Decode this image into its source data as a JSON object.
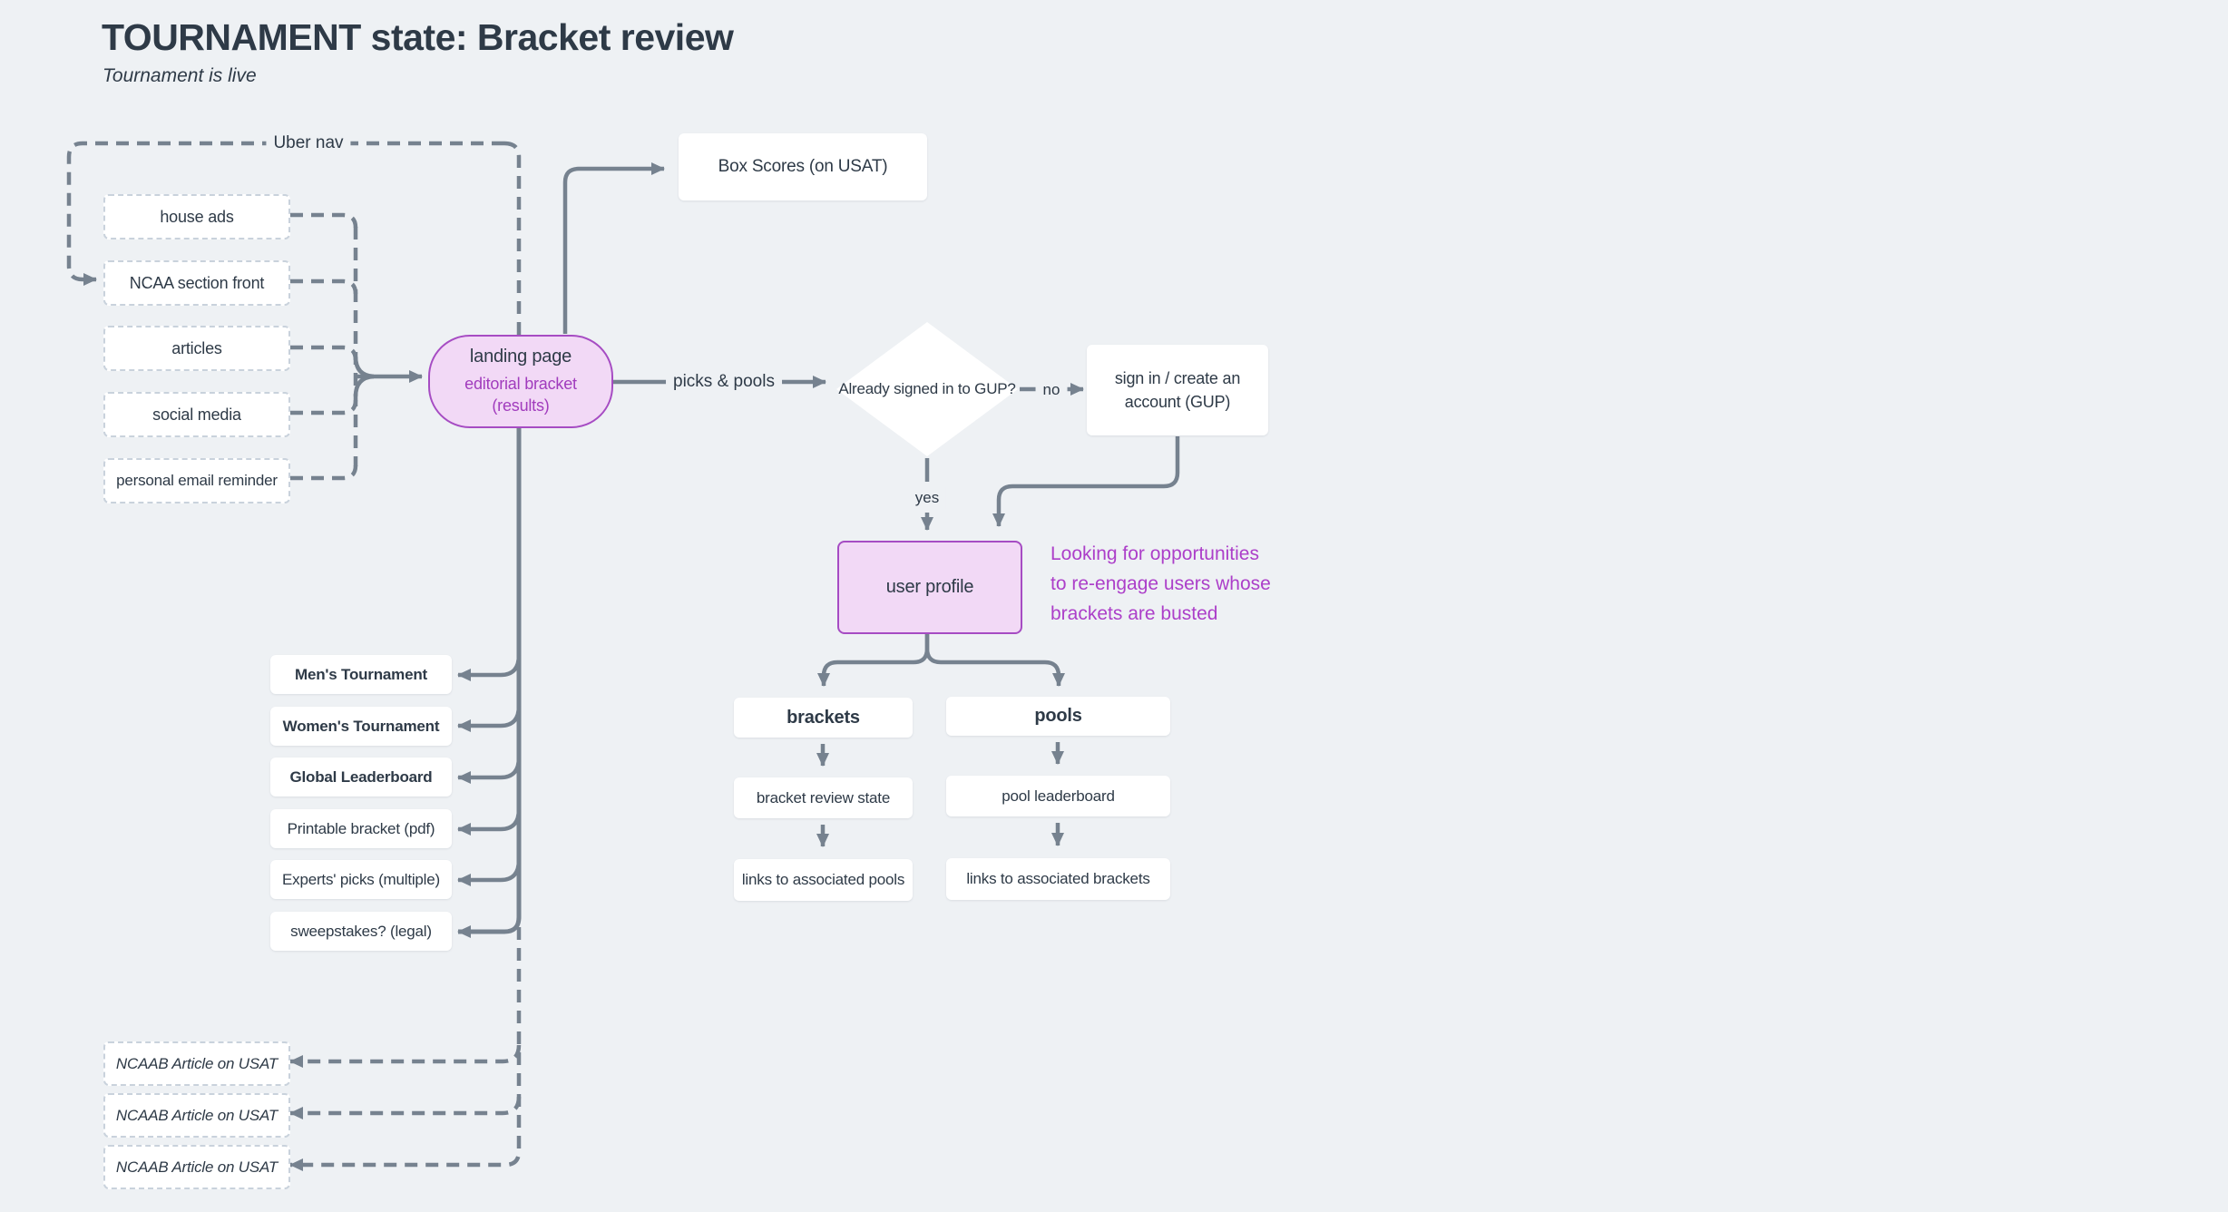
{
  "page": {
    "title": "TOURNAMENT state: Bracket review",
    "subtitle": "Tournament is live"
  },
  "uber_nav": {
    "label": "Uber nav",
    "items": [
      "house ads",
      "NCAA section front",
      "articles",
      "social media",
      "personal email reminder"
    ]
  },
  "landing": {
    "title": "landing page",
    "subtitle": "editorial bracket\n(results)"
  },
  "box_scores": {
    "label": "Box Scores (on USAT)"
  },
  "decision": {
    "label": "Already signed in to GUP?",
    "edge_label": "picks & pools",
    "no_label": "no",
    "yes_label": "yes"
  },
  "sign_in": {
    "label": "sign in / create an\naccount (GUP)"
  },
  "user_profile": {
    "label": "user profile"
  },
  "annotation": {
    "text": "Looking for opportunities\nto re-engage users whose\nbrackets are busted"
  },
  "landing_links": [
    {
      "label": "Men's Tournament",
      "bold": true
    },
    {
      "label": "Women's Tournament",
      "bold": true
    },
    {
      "label": "Global Leaderboard",
      "bold": true
    },
    {
      "label": "Printable bracket (pdf)",
      "bold": false
    },
    {
      "label": "Experts' picks (multiple)",
      "bold": false
    },
    {
      "label": "sweepstakes? (legal)",
      "bold": false
    }
  ],
  "columns": {
    "brackets": {
      "header": "brackets",
      "items": [
        "bracket review state",
        "links to associated pools"
      ]
    },
    "pools": {
      "header": "pools",
      "items": [
        "pool leaderboard",
        "links to associated brackets"
      ]
    }
  },
  "articles": [
    "NCAAB Article on USAT",
    "NCAAB Article on USAT",
    "NCAAB Article on USAT"
  ],
  "colors": {
    "background": "#eef1f4",
    "node_fill": "#ffffff",
    "accent_fill": "#f2d9f6",
    "accent_border": "#a64cc3",
    "accent_text": "#a13cbd",
    "connector": "#76828f",
    "text": "#2e3a47",
    "dashed_border": "#c9d2dc",
    "annotation": "#ac3fc9"
  }
}
